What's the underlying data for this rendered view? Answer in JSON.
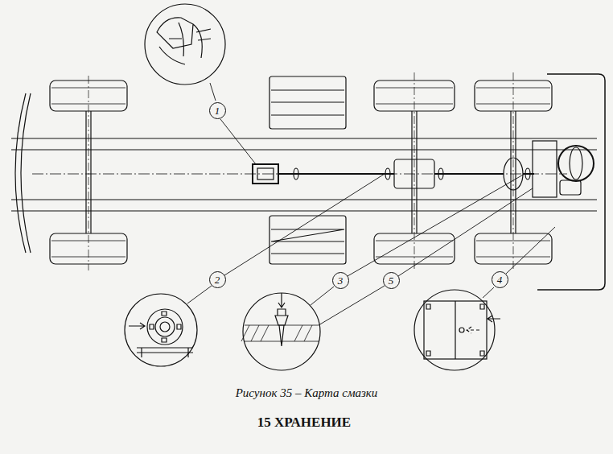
{
  "diagram": {
    "title": "15 ХРАНЕНИЕ",
    "caption": "Рисунок 35 – Карта смазки",
    "nodes": [
      {
        "text": [
          "1"
        ]
      },
      {
        "text": [
          "2"
        ]
      },
      {
        "text": [
          "3"
        ]
      },
      {
        "text": [
          "5"
        ]
      },
      {
        "text": [
          "4"
        ]
      }
    ]
  }
}
